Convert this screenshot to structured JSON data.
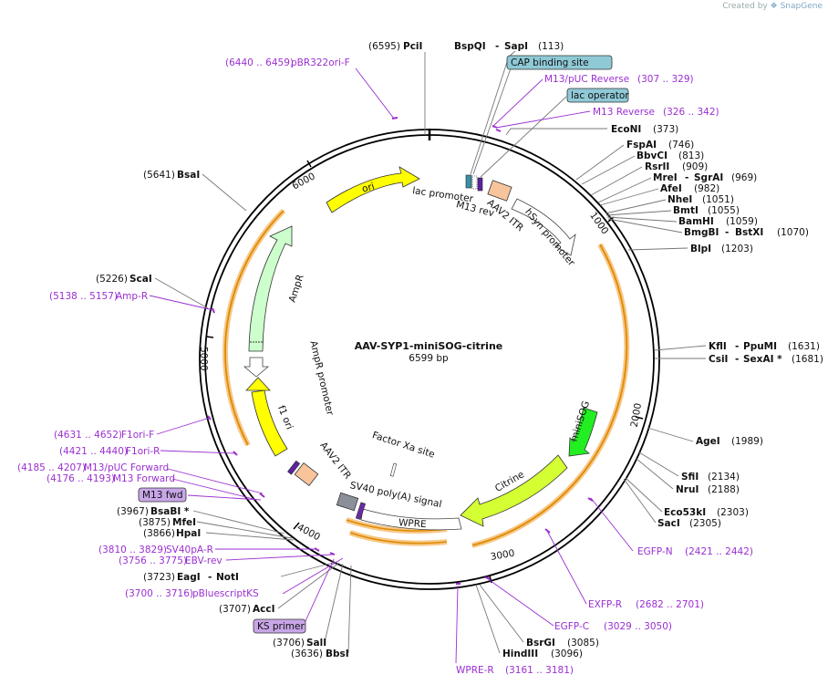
{
  "credit": {
    "prefix": "Created by",
    "brand": "SnapGene"
  },
  "plasmid": {
    "name": "AAV-SYP1-miniSOG-citrine",
    "length": "6599 bp",
    "total_bp": 6599
  },
  "ticks": [
    "1000",
    "2000",
    "3000",
    "4000",
    "5000",
    "6000"
  ],
  "sites": [
    {
      "id": "s1",
      "pos": "(6595)",
      "name": "PciI"
    },
    {
      "id": "s2",
      "name": "BspQI",
      "sep": "-",
      "name2": "SapI",
      "pos": "(113)"
    },
    {
      "id": "s3",
      "name": "EcoNI",
      "pos": "(373)"
    },
    {
      "id": "s4",
      "name": "FspAI",
      "pos": "(746)"
    },
    {
      "id": "s5",
      "name": "BbvCI",
      "pos": "(813)"
    },
    {
      "id": "s6",
      "name": "RsrII",
      "pos": "(909)"
    },
    {
      "id": "s7",
      "name": "MreI",
      "sep": "-",
      "name2": "SgrAI",
      "pos": "(969)"
    },
    {
      "id": "s8",
      "name": "AfeI",
      "pos": "(982)"
    },
    {
      "id": "s9",
      "name": "NheI",
      "pos": "(1051)"
    },
    {
      "id": "s10",
      "name": "BmtI",
      "pos": "(1055)"
    },
    {
      "id": "s11",
      "name": "BamHI",
      "pos": "(1059)"
    },
    {
      "id": "s12",
      "name": "BmgBI",
      "sep": "-",
      "name2": "BstXI",
      "pos": "(1070)"
    },
    {
      "id": "s13",
      "name": "BlpI",
      "pos": "(1203)"
    },
    {
      "id": "s14",
      "name": "KflI",
      "sep": "-",
      "name2": "PpuMI",
      "pos": "(1631)"
    },
    {
      "id": "s15",
      "name": "CsiI",
      "sep": "-",
      "name2": "SexAI *",
      "pos": "(1681)"
    },
    {
      "id": "s16",
      "name": "AgeI",
      "pos": "(1989)"
    },
    {
      "id": "s17",
      "name": "SfiI",
      "pos": "(2134)"
    },
    {
      "id": "s18",
      "name": "NruI",
      "pos": "(2188)"
    },
    {
      "id": "s19",
      "name": "Eco53kI",
      "pos": "(2303)"
    },
    {
      "id": "s20",
      "name": "SacI",
      "pos": "(2305)"
    },
    {
      "id": "s21",
      "name": "BsrGI",
      "pos": "(3085)"
    },
    {
      "id": "s22",
      "name": "HindIII",
      "pos": "(3096)"
    },
    {
      "id": "s23",
      "name": "SalI",
      "pos": "(3706)"
    },
    {
      "id": "s24",
      "name": "BbsI",
      "pos": "(3636)"
    },
    {
      "id": "s25",
      "name": "AccI",
      "pos": "(3707)"
    },
    {
      "id": "s26",
      "name": "EagI",
      "sep": "-",
      "name2": "NotI",
      "pos": "(3723)"
    },
    {
      "id": "s27",
      "name": "HpaI",
      "pos": "(3866)"
    },
    {
      "id": "s28",
      "name": "MfeI",
      "pos": "(3875)"
    },
    {
      "id": "s29",
      "name": "BsaBI *",
      "pos": "(3967)"
    },
    {
      "id": "s30",
      "name": "ScaI",
      "pos": "(5226)"
    },
    {
      "id": "s31",
      "name": "BsaI",
      "pos": "(5641)"
    }
  ],
  "primers": [
    {
      "id": "p1",
      "range": "(6440 .. 6459)",
      "name": "pBR322ori-F"
    },
    {
      "id": "p2",
      "name": "M13/pUC Reverse",
      "range": "(307 .. 329)"
    },
    {
      "id": "p3",
      "name": "M13 Reverse",
      "range": "(326 .. 342)"
    },
    {
      "id": "p4",
      "name": "EGFP-N",
      "range": "(2421 .. 2442)"
    },
    {
      "id": "p5",
      "name": "EXFP-R",
      "range": "(2682 .. 2701)"
    },
    {
      "id": "p6",
      "name": "EGFP-C",
      "range": "(3029 .. 3050)"
    },
    {
      "id": "p7",
      "name": "WPRE-R",
      "range": "(3161 .. 3181)"
    },
    {
      "id": "p8",
      "range": "(3700 .. 3716)",
      "name": "pBluescriptKS"
    },
    {
      "id": "p9",
      "range": "(3756 .. 3775)",
      "name": "EBV-rev"
    },
    {
      "id": "p10",
      "range": "(3810 .. 3829)",
      "name": "SV40pA-R"
    },
    {
      "id": "p11",
      "range": "(4176 .. 4193)",
      "name": "M13 Forward"
    },
    {
      "id": "p12",
      "range": "(4185 .. 4207)",
      "name": "M13/pUC Forward"
    },
    {
      "id": "p13",
      "range": "(4421 .. 4440)",
      "name": "F1ori-R"
    },
    {
      "id": "p14",
      "range": "(4631 .. 4652)",
      "name": "F1ori-F"
    },
    {
      "id": "p15",
      "range": "(5138 .. 5157)",
      "name": "Amp-R"
    }
  ],
  "boxed": [
    {
      "id": "b1",
      "label": "CAP binding site",
      "color": "#8fc9d6"
    },
    {
      "id": "b2",
      "label": "lac operator",
      "color": "#8fc9d6"
    },
    {
      "id": "b3",
      "label": "M13 fwd",
      "color": "#c9a6e8"
    },
    {
      "id": "b4",
      "label": "KS primer",
      "color": "#c9a6e8"
    }
  ],
  "features": [
    {
      "id": "f1",
      "label": "ori",
      "color": "#ffff00"
    },
    {
      "id": "f2",
      "label": "lac promoter"
    },
    {
      "id": "f3",
      "label": "M13 rev"
    },
    {
      "id": "f4",
      "label": "AAV2 ITR"
    },
    {
      "id": "f5",
      "label": "hSyn promoter"
    },
    {
      "id": "f6",
      "label": "miniSOG",
      "color": "#22ee22"
    },
    {
      "id": "f7",
      "label": "Citrine",
      "color": "#d4ff33"
    },
    {
      "id": "f8",
      "label": "WPRE"
    },
    {
      "id": "f9",
      "label": "SV40 poly(A) signal"
    },
    {
      "id": "f10",
      "label": "Factor Xa site"
    },
    {
      "id": "f11",
      "label": "AAV2 ITR"
    },
    {
      "id": "f12",
      "label": "f1 ori",
      "color": "#ffff00"
    },
    {
      "id": "f13",
      "label": "AmpR promoter"
    },
    {
      "id": "f14",
      "label": "AmpR",
      "color": "#ccffcc"
    }
  ]
}
